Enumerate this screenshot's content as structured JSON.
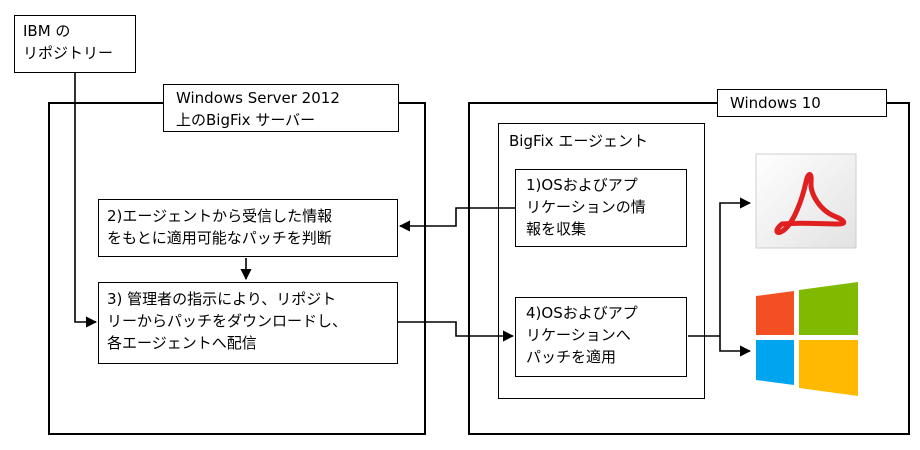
{
  "source": {
    "text": "IBM の\nリポジトリー"
  },
  "server": {
    "title": "Windows Server 2012\n上のBigFix サーバー"
  },
  "server_steps": {
    "step2": "2)エージェントから受信した情報\nをもとに適用可能なパッチを判断",
    "step3": "3) 管理者の指示により、リポジト\nリーからパッチをダウンロードし、\n各エージェントへ配信"
  },
  "client": {
    "title": "Windows 10"
  },
  "agent": {
    "title": "BigFix エージェント",
    "step1": "1)OSおよびアプ\nリケーションの情\n報を収集",
    "step4": "4)OSおよびアプ\nリケーションへ\nパッチを適用"
  },
  "targets": [
    {
      "name": "adobe-acrobat-logo",
      "color": "#e02020"
    },
    {
      "name": "windows-logo",
      "colors": [
        "#f25022",
        "#7fba00",
        "#00a4ef",
        "#ffb900"
      ]
    }
  ]
}
